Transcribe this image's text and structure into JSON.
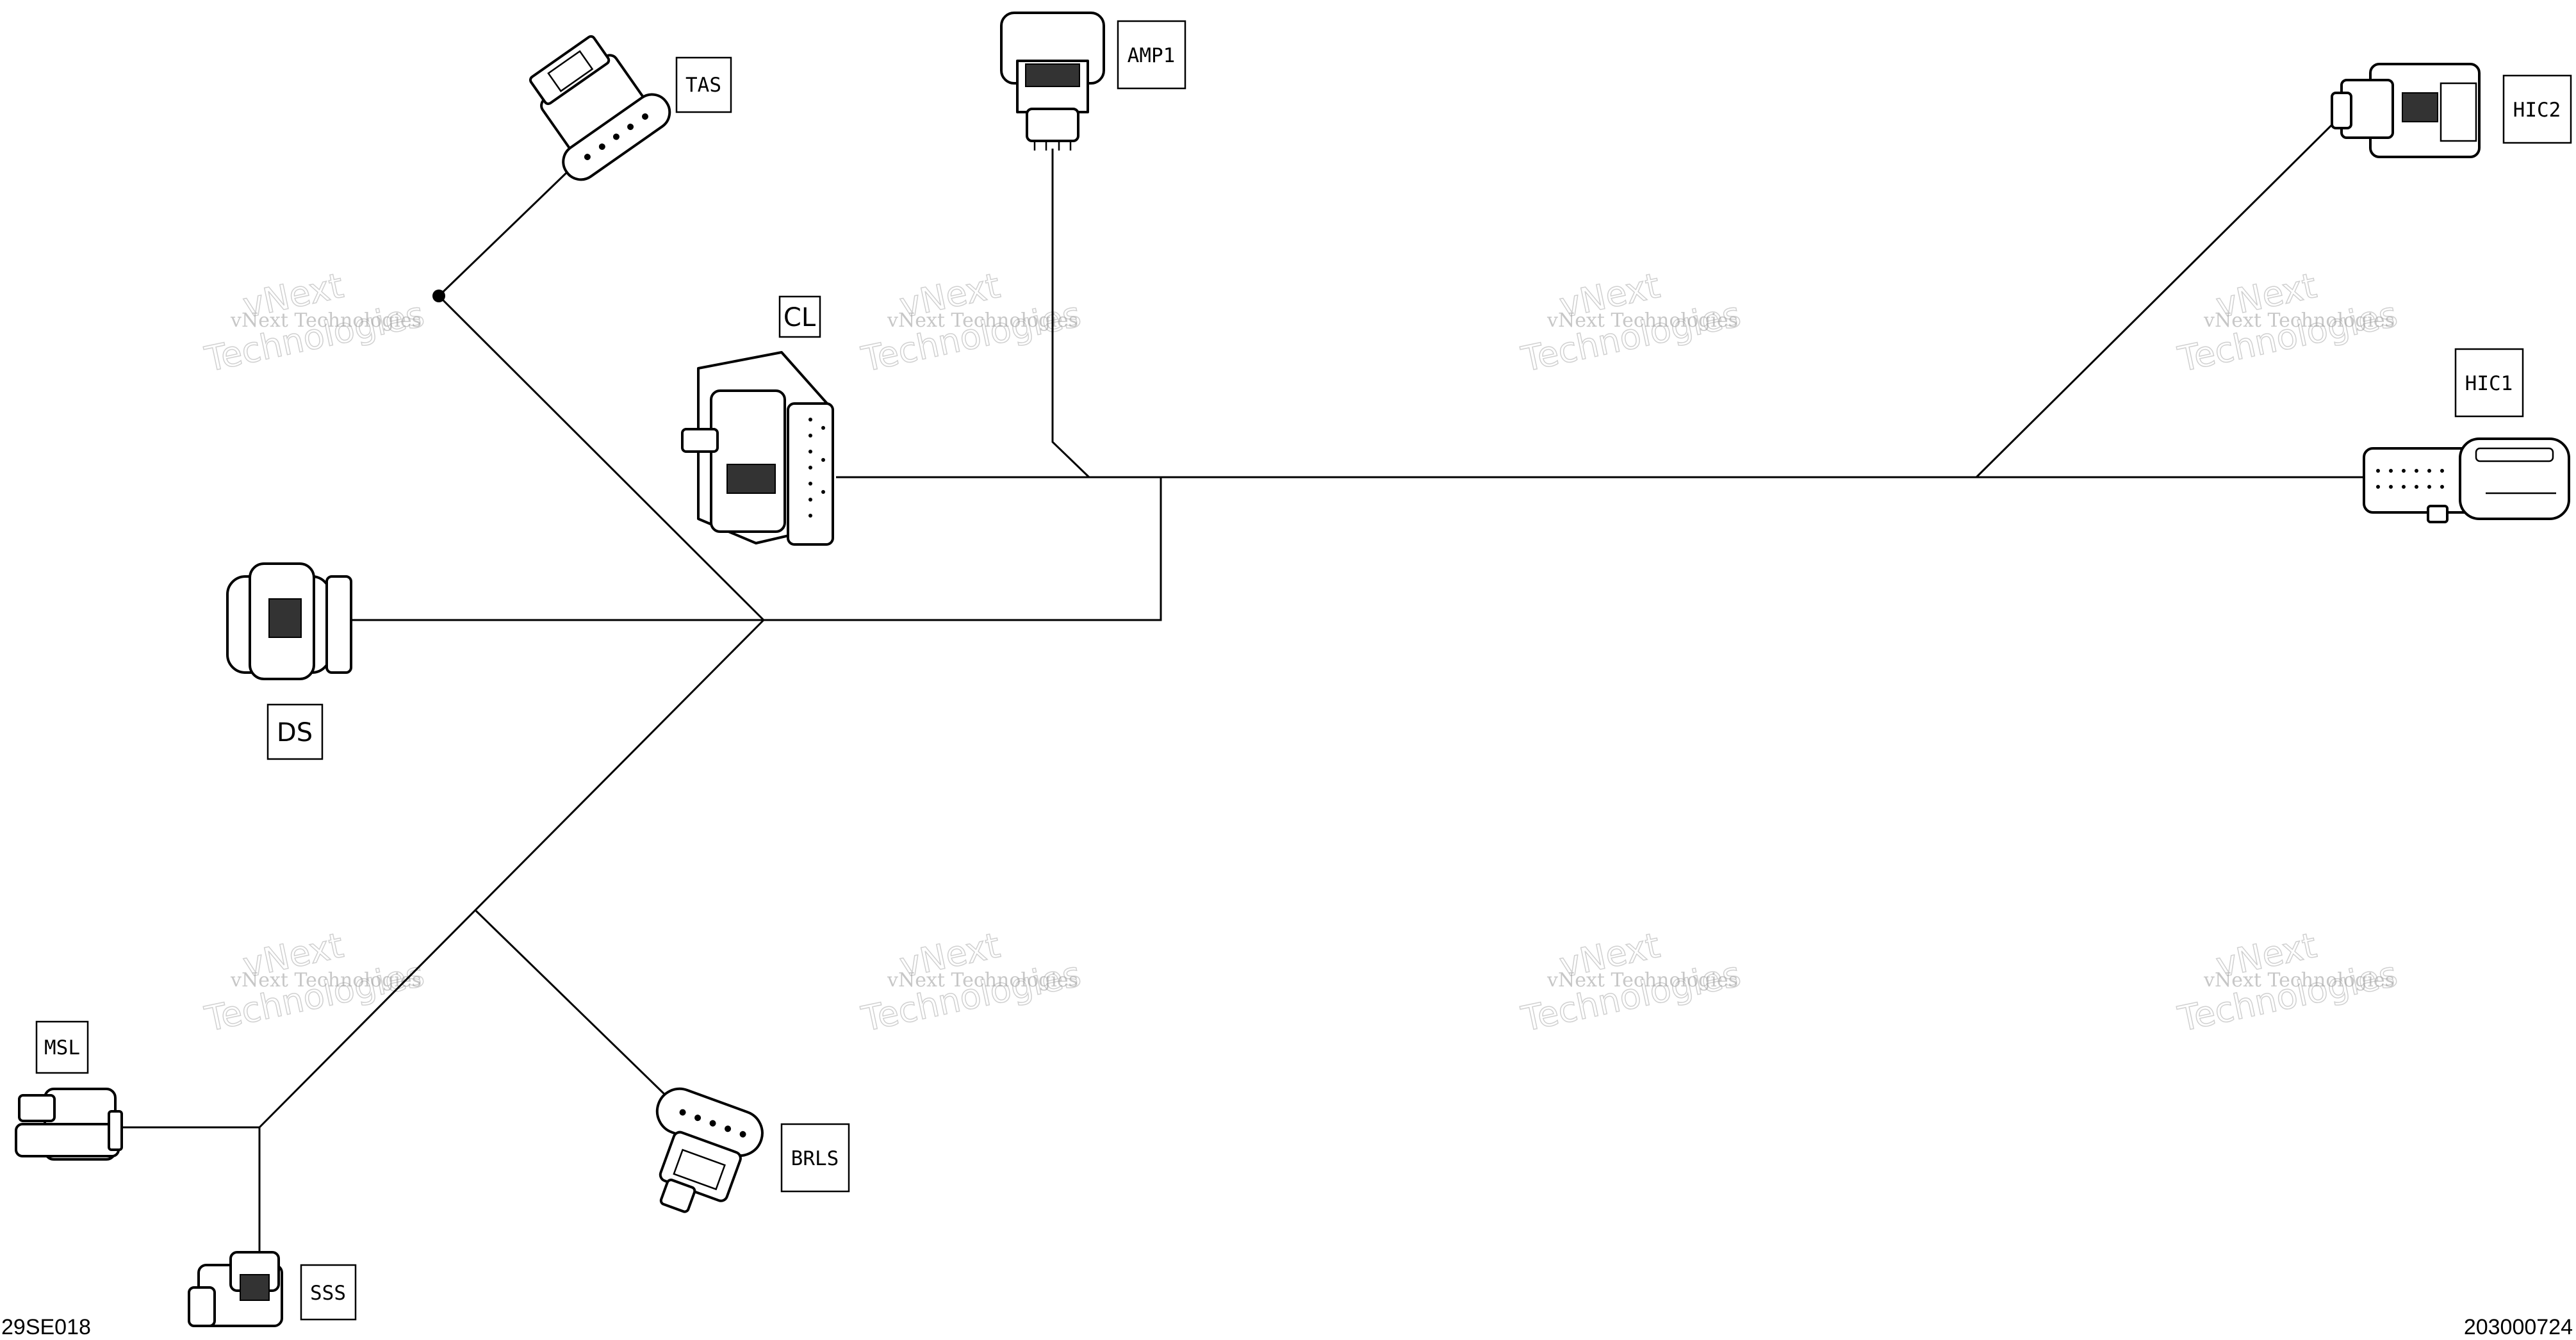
{
  "connectors": {
    "tas": "TAS",
    "amp1": "AMP1",
    "hic2": "HIC2",
    "cl": "CL",
    "hic1": "HIC1",
    "ds": "DS",
    "msl": "MSL",
    "brls": "BRLS",
    "sss": "SSS"
  },
  "footer": {
    "left_code": "29SE018",
    "right_code": "203000724"
  },
  "watermark": {
    "brand_line": "vNext Technologies",
    "big_line_1": "vNext",
    "big_line_2": "Technologies"
  }
}
